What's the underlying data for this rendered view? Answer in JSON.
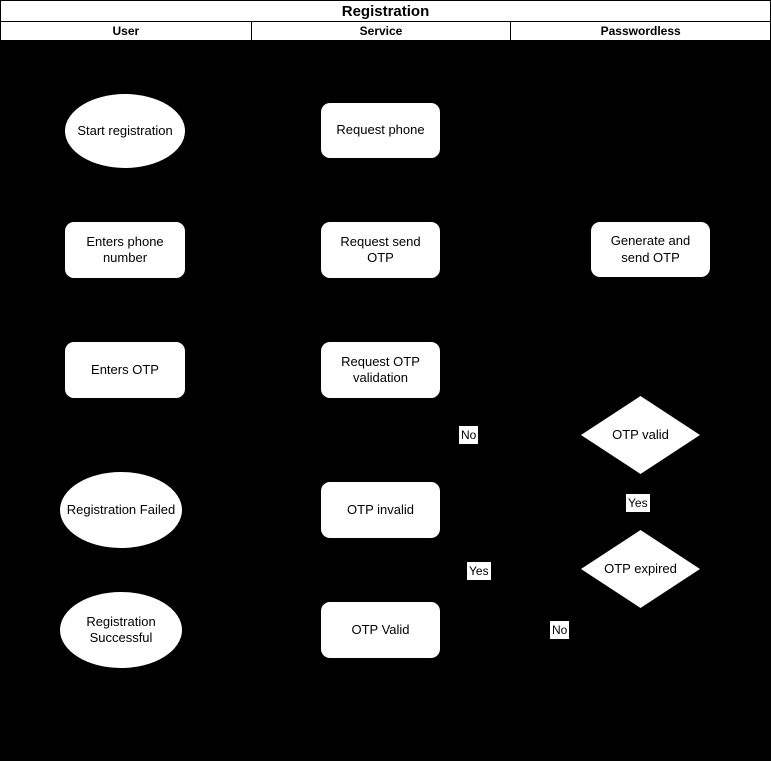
{
  "diagram": {
    "title": "Registration",
    "lanes": [
      {
        "label": "User"
      },
      {
        "label": "Service"
      },
      {
        "label": "Passwordless"
      }
    ],
    "nodes": [
      {
        "id": "start-registration",
        "label": "Start registration",
        "shape": "ellipse",
        "lane": "User"
      },
      {
        "id": "request-phone",
        "label": "Request phone",
        "shape": "rounded-rect",
        "lane": "Service"
      },
      {
        "id": "enters-phone-number",
        "label": "Enters phone number",
        "shape": "rounded-rect",
        "lane": "User"
      },
      {
        "id": "request-send-otp",
        "label": "Request send OTP",
        "shape": "rounded-rect",
        "lane": "Service"
      },
      {
        "id": "generate-and-send-otp",
        "label": "Generate and send OTP",
        "shape": "rounded-rect",
        "lane": "Passwordless"
      },
      {
        "id": "enters-otp",
        "label": "Enters OTP",
        "shape": "rounded-rect",
        "lane": "User"
      },
      {
        "id": "request-otp-validation",
        "label": "Request OTP validation",
        "shape": "rounded-rect",
        "lane": "Service"
      },
      {
        "id": "otp-valid-decision",
        "label": "OTP valid",
        "shape": "diamond",
        "lane": "Passwordless"
      },
      {
        "id": "registration-failed",
        "label": "Registration Failed",
        "shape": "ellipse",
        "lane": "User"
      },
      {
        "id": "otp-invalid",
        "label": "OTP invalid",
        "shape": "rounded-rect",
        "lane": "Service"
      },
      {
        "id": "otp-expired-decision",
        "label": "OTP expired",
        "shape": "diamond",
        "lane": "Passwordless"
      },
      {
        "id": "registration-successful",
        "label": "Registration Successful",
        "shape": "ellipse",
        "lane": "User"
      },
      {
        "id": "otp-valid-result",
        "label": "OTP Valid",
        "shape": "rounded-rect",
        "lane": "Service"
      }
    ],
    "edge_labels": [
      {
        "id": "no-from-otp-valid",
        "label": "No"
      },
      {
        "id": "yes-from-otp-valid",
        "label": "Yes"
      },
      {
        "id": "yes-from-otp-expired",
        "label": "Yes"
      },
      {
        "id": "no-from-otp-expired",
        "label": "No"
      }
    ],
    "colors": {
      "background": "#000000",
      "shape_fill": "#ffffff",
      "shape_text": "#000000",
      "header_fill": "#ffffff",
      "border": "#000000"
    }
  }
}
